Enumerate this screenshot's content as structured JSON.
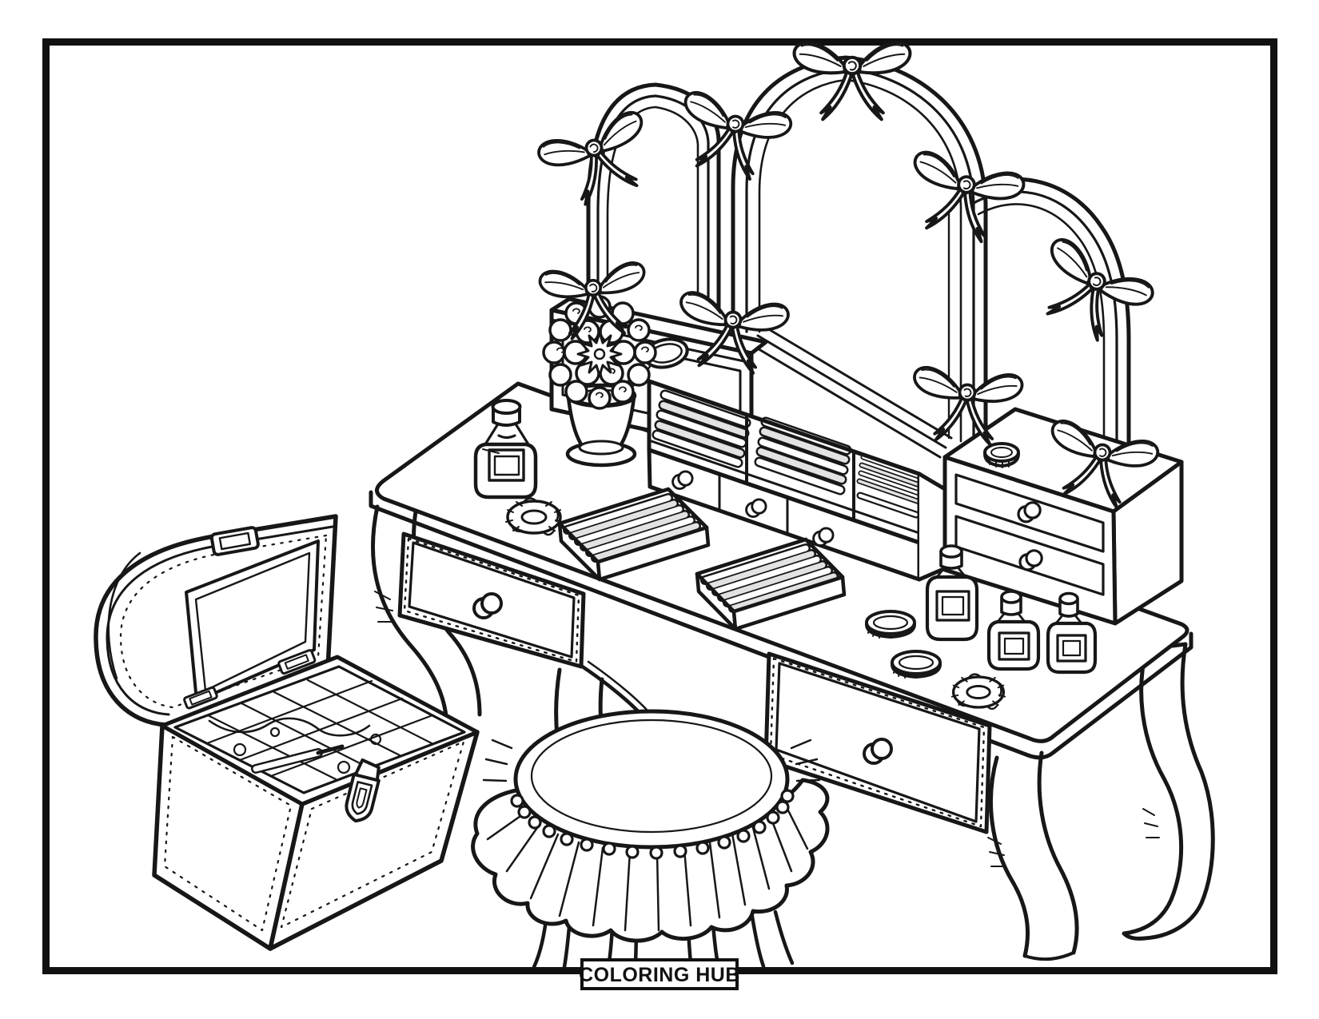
{
  "page": {
    "background": "#ffffff",
    "ink": "#171717",
    "frame_color": "#111111"
  },
  "footer": {
    "brand_label": "COLORING HUB"
  },
  "scene": {
    "style": "black-and-white coloring-book line art",
    "objects": [
      "triple-arch-vanity-mirror",
      "ribbon-bows",
      "vanity-dressing-table",
      "cabriole-legs",
      "tabletop-organizer-with-lipstick-trays",
      "mini-two-drawer-chest",
      "perfume-bottles",
      "powder-compacts",
      "scrunchies",
      "flower-pomander-in-vase",
      "hand-mirror",
      "open-jewelry-trunk",
      "ruffled-vanity-stool"
    ]
  }
}
